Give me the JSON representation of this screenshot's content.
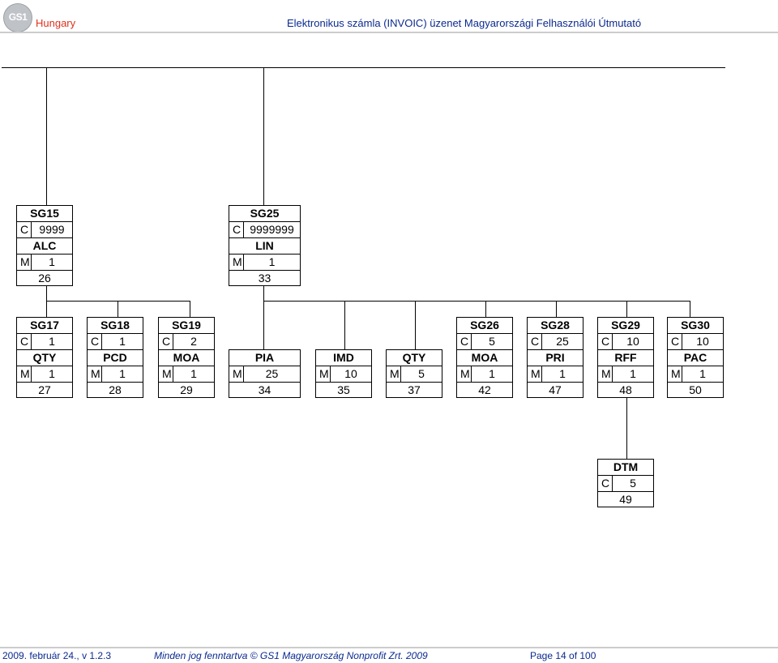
{
  "header": {
    "logo_text": "GS1",
    "brand": "Hungary",
    "title": "Elektronikus számla (INVOIC) üzenet Magyarországi Felhasználói Útmutató"
  },
  "groups": {
    "sg15": {
      "label": "SG15",
      "status": "C",
      "repeat": "9999"
    },
    "sg25": {
      "label": "SG25",
      "status": "C",
      "repeat": "9999999"
    },
    "sg17": {
      "label": "SG17",
      "status": "C",
      "repeat": "1"
    },
    "sg18": {
      "label": "SG18",
      "status": "C",
      "repeat": "1"
    },
    "sg19": {
      "label": "SG19",
      "status": "C",
      "repeat": "2"
    },
    "sg26": {
      "label": "SG26",
      "status": "C",
      "repeat": "5"
    },
    "sg28": {
      "label": "SG28",
      "status": "C",
      "repeat": "25"
    },
    "sg29": {
      "label": "SG29",
      "status": "C",
      "repeat": "10"
    },
    "sg30": {
      "label": "SG30",
      "status": "C",
      "repeat": "10"
    }
  },
  "segments": {
    "alc": {
      "tag": "ALC",
      "status": "M",
      "repeat": "1",
      "pos": "26"
    },
    "lin": {
      "tag": "LIN",
      "status": "M",
      "repeat": "1",
      "pos": "33"
    },
    "qty27": {
      "tag": "QTY",
      "status": "M",
      "repeat": "1",
      "pos": "27"
    },
    "pcd": {
      "tag": "PCD",
      "status": "M",
      "repeat": "1",
      "pos": "28"
    },
    "moa29": {
      "tag": "MOA",
      "status": "M",
      "repeat": "1",
      "pos": "29"
    },
    "pia": {
      "tag": "PIA",
      "status": "M",
      "repeat": "25",
      "pos": "34"
    },
    "imd": {
      "tag": "IMD",
      "status": "M",
      "repeat": "10",
      "pos": "35"
    },
    "qty37": {
      "tag": "QTY",
      "status": "M",
      "repeat": "5",
      "pos": "37"
    },
    "moa42": {
      "tag": "MOA",
      "status": "M",
      "repeat": "1",
      "pos": "42"
    },
    "pri": {
      "tag": "PRI",
      "status": "M",
      "repeat": "1",
      "pos": "47"
    },
    "rff": {
      "tag": "RFF",
      "status": "M",
      "repeat": "1",
      "pos": "48"
    },
    "pac": {
      "tag": "PAC",
      "status": "M",
      "repeat": "1",
      "pos": "50"
    },
    "dtm": {
      "tag": "DTM",
      "status": "C",
      "repeat": "5",
      "pos": "49"
    }
  },
  "footer": {
    "date_version": "2009. február 24., v 1.2.3",
    "copyright": "Minden jog fenntartva © GS1 Magyarország Nonprofit Zrt. 2009",
    "page": "Page 14 of 100"
  }
}
